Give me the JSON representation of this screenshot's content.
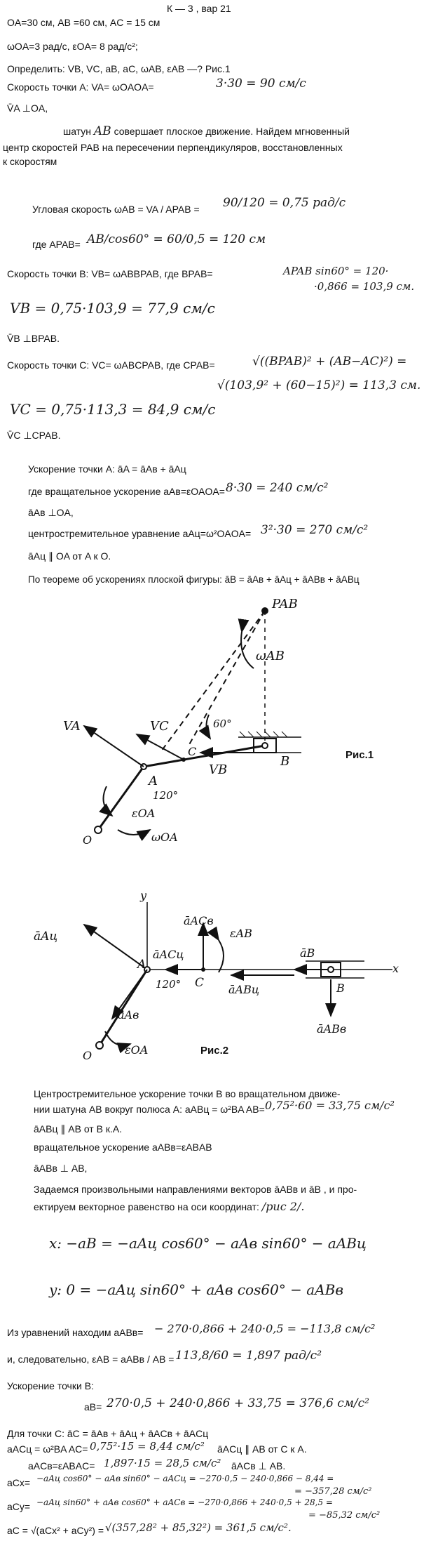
{
  "header": {
    "task": "К — 3 ,  вар 21",
    "given_1": "OA=30 см,                    AB =60 см,  AC = 15 см",
    "given_2": "ωOA=3  рад/с,  εOA= 8  рад/с²;",
    "find": "Определить:  VB, VC, aB, aC, ωAB, εAB —?     Рис.1"
  },
  "velocity_A": {
    "line": "Скорость точки  A:     VA= ωOAOA=",
    "hand": "3·30 = 90 см/с",
    "perp": "V̄A ⊥OA,"
  },
  "plane_motion": {
    "l1_a": "шатун",
    "l1_hand": "AB",
    "l1_b": "совершает плоское движение. Найдем мгновенный",
    "l2": "центр скоростей  PAB  на пересечении перпендикуляров, восстановленных",
    "l3": "к скоростям"
  },
  "omega_AB": {
    "line": "Угловая скорость  ωAB = VA / APAB =",
    "hand": "90/120 = 0,75 рад/с",
    "ap_label": "где APAB=",
    "ap_hand": "AB/cos60° = 60/0,5 = 120 см"
  },
  "velocity_B": {
    "line": "Скорость точки  B:     VB= ωABBPAB,   где  BPAB=",
    "hand_1": "APAB sin60° = 120·",
    "hand_2": "·0,866 = 103,9 см.",
    "hand_3": "VB = 0,75·103,9 = 77,9 см/с",
    "perp": "V̄B ⊥BPAB."
  },
  "velocity_C": {
    "line": "Скорость точки  C:     VC= ωABCPAB,  где  CPAB=",
    "hand_1": "√((BPAB)² + (AB−AC)²) =",
    "hand_2": "√(103,9² + (60−15)²) = 113,3 см.",
    "hand_3": "VC = 0,75·113,3 = 84,9 см/с",
    "perp": "V̄C ⊥CPAB."
  },
  "accel_A": {
    "l1": "Ускорение точки  A:   āA = āAв + āAц",
    "l2": "где вращательное ускорение  aAв=εOAOA=",
    "l2_hand": "8·30 = 240 см/с²",
    "l3": "āAв ⊥OA,",
    "l4": "центростремительное уравнение  aAц=ω²OAOA=",
    "l4_hand": "3²·30 = 270 см/с²",
    "l5": "āAц ∥ OA от A  к  O.",
    "theorem": "По теореме об ускорениях плоской фигуры:  āB = āAв + āAц + āABв + āABц"
  },
  "fig1": {
    "caption": "Рис.1",
    "labels": [
      "PAB",
      "ωAB",
      "VA",
      "VC",
      "60°",
      "C",
      "A",
      "120°",
      "B",
      "VB",
      "εOA",
      "ωOA",
      "O"
    ]
  },
  "fig2": {
    "caption": "Рис.2",
    "labels": [
      "y",
      "āAц",
      "āACв",
      "εAB",
      "āB",
      "x",
      "āACц",
      "A",
      "C",
      "āABц",
      "B",
      "120°",
      "āAв",
      "O",
      "εOA",
      "āABв"
    ]
  },
  "centripetal_B": {
    "l1": "Центростремительное ускорение точки  B  во вращательном движе-",
    "l2": "нии шатуна  AB  вокруг полюса  A:  aABц = ω²BA AB=",
    "l2_hand": "0,75²·60 = 33,75 см/с²",
    "l3": "āABц ∥ AB от B  к.A.",
    "l4": "вращательное ускорение  aABв=εABAB",
    "l5": "āABв ⊥ AB,",
    "l6": "Задаемся произвольными направлениями векторов  āABв  и  āB , и про-",
    "l7": "ектируем векторное равенство на оси координат:",
    "l7_hand": "/рис 2/."
  },
  "projections": {
    "x": "x:   −aB = −aAц cos60° − aAв sin60° − aABц",
    "y": "y:    0 = −aAц sin60° + aAв cos60° − aABв"
  },
  "results": {
    "l1": "Из уравнений находим  aABв=",
    "l1_hand": "− 270·0,866 + 240·0,5 = −113,8 см/с²",
    "l2": "и, следовательно,  εAB = aABв / AB =",
    "l2_hand": "113,8/60 = 1,897 рад/с²",
    "l3": "Ускорение точки B:",
    "l4": "aB=",
    "l4_hand": "270·0,5 + 240·0,866 + 33,75 = 376,6 см/с²"
  },
  "accel_C": {
    "l1": "Для точки  C:   āC = āAв + āAц + āACв + āACц",
    "l2": "aACц = ω²BA AC=",
    "l2_hand": "0,75²·15 = 8,44 см/с²",
    "l2_b": "āACц ∥ AB от C  к  A.",
    "l3": "aACв=εABAC=",
    "l3_hand": "1,897·15 = 28,5 см/с²",
    "l3_b": "āACв ⊥ AB.",
    "l4": "aCx=",
    "l4_hand": "−aAц cos60° − aAв sin60° − aACц = −270·0,5 − 240·0,866 − 8,44 =",
    "l4_res": "= −357,28 см/с²",
    "l5": "aCy=",
    "l5_hand": "−aAц sin60° + aAв cos60° + aACв = −270·0,866 + 240·0,5 + 28,5 =",
    "l5_res": "= −85,32 см/с²",
    "l6": "aC = √(aCx² + aCy²) =",
    "l6_hand": "√(357,28² + 85,32²) = 361,5 см/с²."
  }
}
